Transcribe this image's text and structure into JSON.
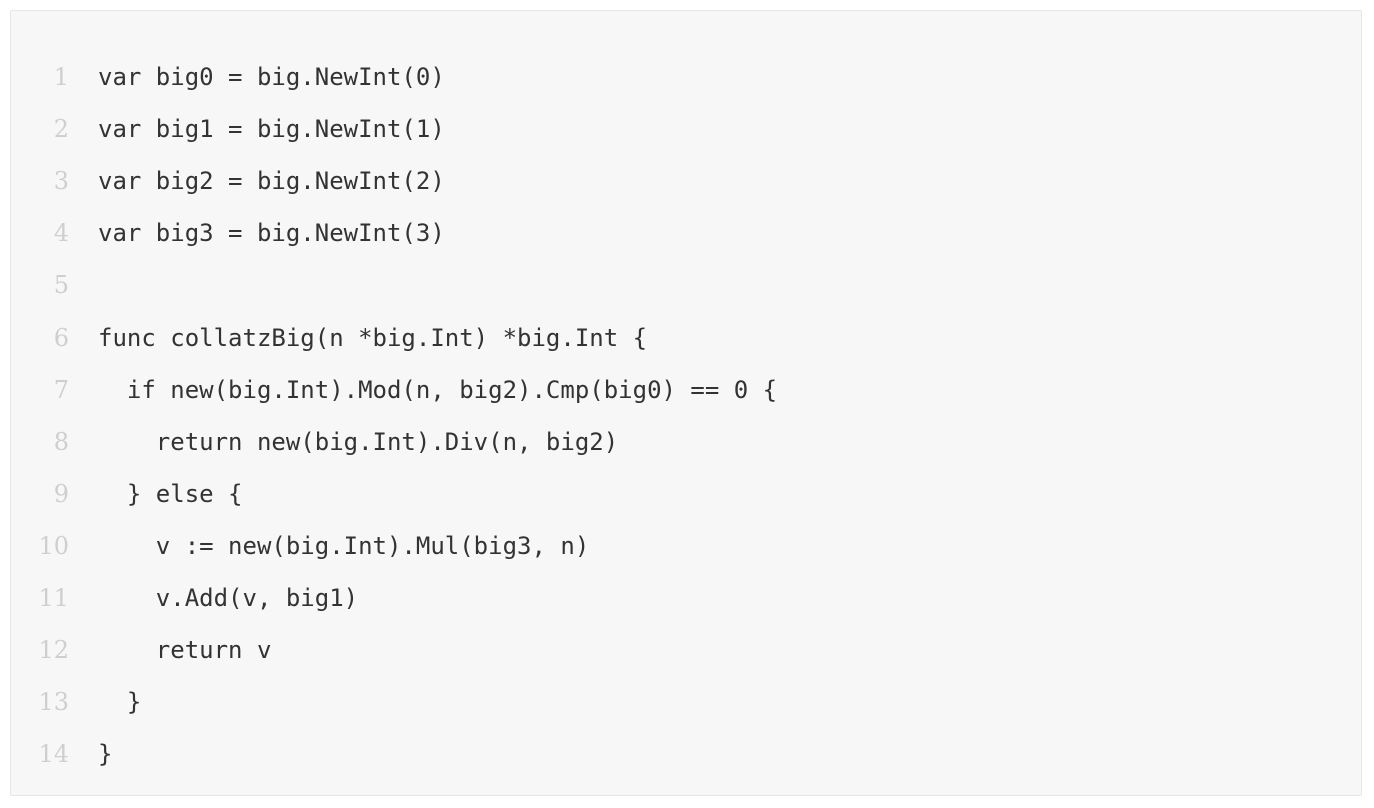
{
  "code_block": {
    "lines": [
      {
        "number": "1",
        "code": "var big0 = big.NewInt(0)"
      },
      {
        "number": "2",
        "code": "var big1 = big.NewInt(1)"
      },
      {
        "number": "3",
        "code": "var big2 = big.NewInt(2)"
      },
      {
        "number": "4",
        "code": "var big3 = big.NewInt(3)"
      },
      {
        "number": "5",
        "code": ""
      },
      {
        "number": "6",
        "code": "func collatzBig(n *big.Int) *big.Int {"
      },
      {
        "number": "7",
        "code": "  if new(big.Int).Mod(n, big2).Cmp(big0) == 0 {"
      },
      {
        "number": "8",
        "code": "    return new(big.Int).Div(n, big2)"
      },
      {
        "number": "9",
        "code": "  } else {"
      },
      {
        "number": "10",
        "code": "    v := new(big.Int).Mul(big3, n)"
      },
      {
        "number": "11",
        "code": "    v.Add(v, big1)"
      },
      {
        "number": "12",
        "code": "    return v"
      },
      {
        "number": "13",
        "code": "  }"
      },
      {
        "number": "14",
        "code": "}"
      }
    ]
  },
  "colors": {
    "background": "#f7f7f7",
    "border": "#e6e6e6",
    "line_number": "#cfcfcf",
    "code_text": "#333333"
  }
}
